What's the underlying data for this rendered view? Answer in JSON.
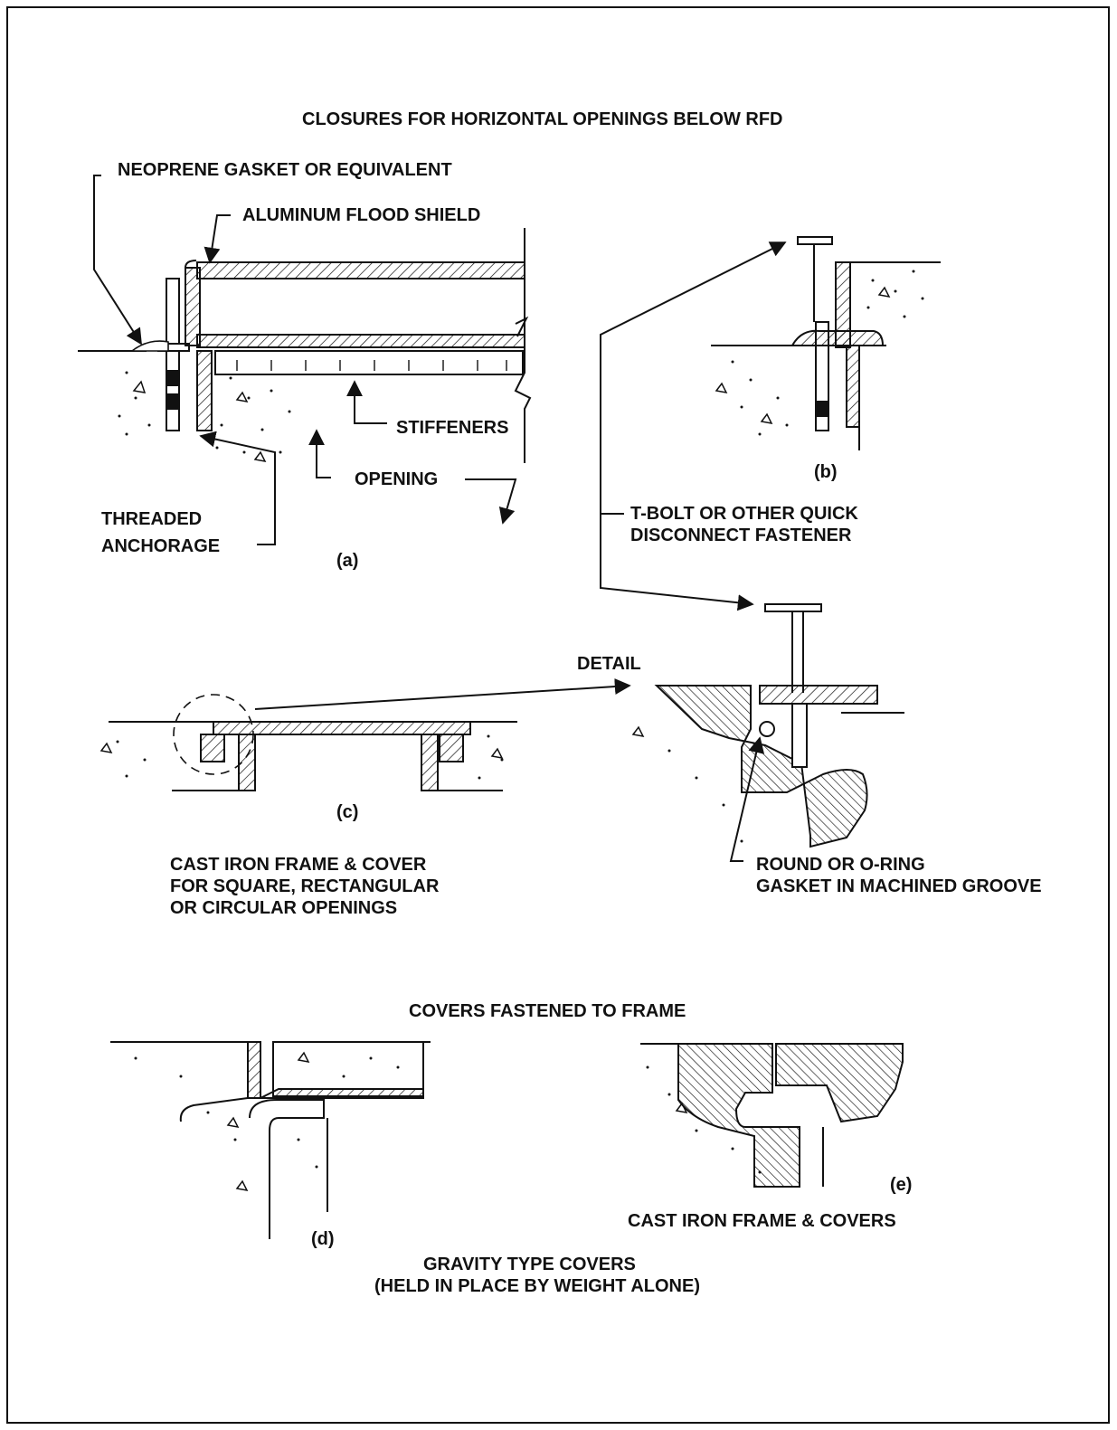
{
  "title": "CLOSURES FOR HORIZONTAL OPENINGS BELOW RFD",
  "labels": {
    "neoprene": "NEOPRENE GASKET OR EQUIVALENT",
    "aluminum": "ALUMINUM FLOOD SHIELD",
    "stiffeners": "STIFFENERS",
    "opening": "OPENING",
    "threaded_1": "THREADED",
    "threaded_2": "ANCHORAGE",
    "tbolt_1": "T-BOLT OR OTHER QUICK",
    "tbolt_2": "DISCONNECT FASTENER",
    "detail": "DETAIL",
    "cast_iron_c_1": "CAST IRON FRAME & COVER",
    "cast_iron_c_2": "FOR SQUARE, RECTANGULAR",
    "cast_iron_c_3": "OR CIRCULAR OPENINGS",
    "round_1": "ROUND OR O-RING",
    "round_2": "GASKET IN MACHINED GROOVE",
    "covers_fastened": "COVERS FASTENED TO FRAME",
    "cast_iron_e": "CAST IRON FRAME & COVERS",
    "gravity_1": "GRAVITY TYPE COVERS",
    "gravity_2": "(HELD IN PLACE BY WEIGHT ALONE)"
  },
  "captions": {
    "a": "(a)",
    "b": "(b)",
    "c": "(c)",
    "d": "(d)",
    "e": "(e)"
  }
}
